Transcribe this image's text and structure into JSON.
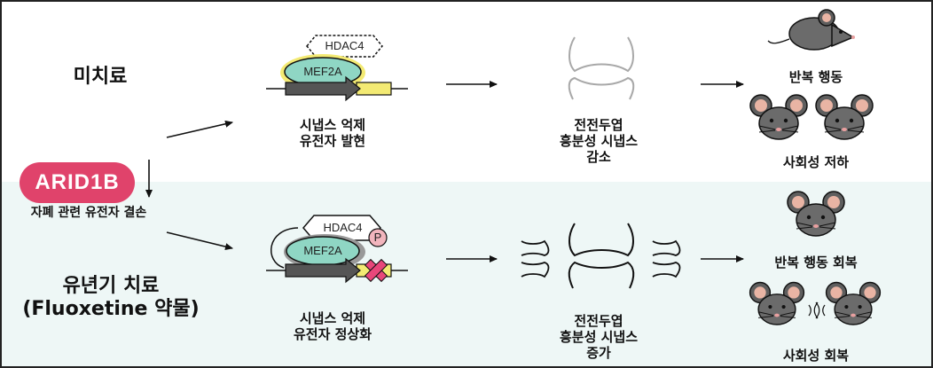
{
  "gene": "ARID1B",
  "gene_note": "자폐 관련 유전자 결손",
  "untreated": {
    "condition": "미치료",
    "gene_effect": [
      "시냅스 억제",
      "유전자 발현"
    ],
    "synapse": [
      "전전두엽",
      "흥분성 시냅스",
      "감소"
    ],
    "behavior_1": "반복 행동",
    "behavior_2": "사회성 저하"
  },
  "treated": {
    "condition": [
      "유년기 치료",
      "(Fluoxetine 약물)"
    ],
    "gene_effect": [
      "시냅스 억제",
      "유전자 정상화"
    ],
    "synapse": [
      "전전두엽",
      "흥분성 시냅스",
      "증가"
    ],
    "behavior_1": "반복 행동 회복",
    "behavior_2": "사회성 회복"
  },
  "labels": {
    "hdac4": "HDAC4",
    "mef2a": "MEF2A",
    "phospho": "P"
  },
  "colors": {
    "pill": "#e0436b",
    "mef2a": "#8fd6c4",
    "background_lower": "#eef7f6",
    "gene_yellow": "#f3ea73",
    "cross": "#e8477a"
  }
}
